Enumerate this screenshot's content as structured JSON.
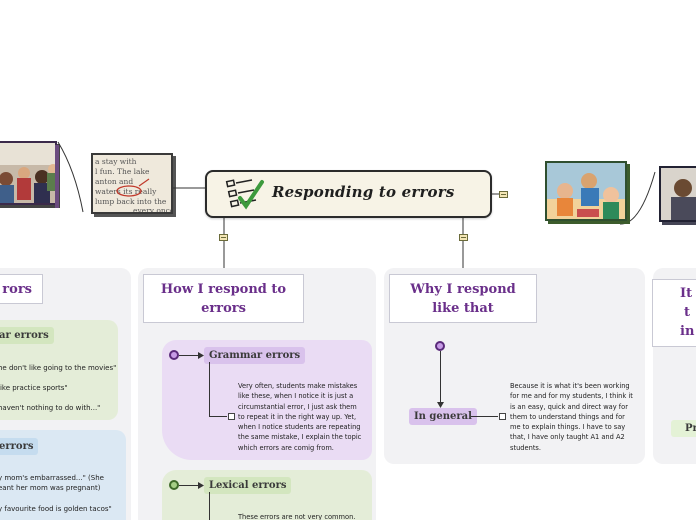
{
  "central": {
    "title": "Responding to errors",
    "icon": "checklist-icon"
  },
  "left_panel": {
    "heading": "rors",
    "sub1": {
      "label": "ar errors",
      "lines": [
        "he don't like going to the movies\"",
        "like practice sports\"",
        "haven't nothing to do with...\""
      ]
    },
    "sub2": {
      "label": "errors",
      "lines": [
        "y mom's embarrassed...\" (She",
        "eant her mom was pregnant)",
        "y favourite food is golden tacos\""
      ]
    }
  },
  "how_panel": {
    "heading": "How I respond to errors",
    "grammar": {
      "label": "Grammar errors",
      "note": "Very often, students make mistakes like these, when I notice it is just a circumstantial error, I just ask them to repeat it in the right way up. Yet, when I notice students are repeating the same mistake, I explain the topic which errors are comig from."
    },
    "lexical": {
      "label": "Lexical errors",
      "note": "These errors are not very common."
    }
  },
  "why_panel": {
    "heading": "Why I respond like that",
    "general": {
      "label": "In general",
      "note": "Because it is what it's been working for me and for my students, I think it is an easy, quick and direct way for them to understand things and for me to explain things. I have to say that, I have only taught  A1 and A2 students."
    }
  },
  "right_panel": {
    "heading_lines": [
      "It",
      "t",
      "in"
    ],
    "chip": "Pr"
  },
  "colors": {
    "heading_text": "#6a2f8a",
    "grammar_bg": "#eadcf4",
    "grammar_chip": "#d9c2ec",
    "lexical_bg": "#e4edd8",
    "lexical_chip": "#d3e6bf",
    "general_chip": "#d9c2ec",
    "blue_bg": "#dbe8f3",
    "blue_chip": "#c5dcef"
  }
}
